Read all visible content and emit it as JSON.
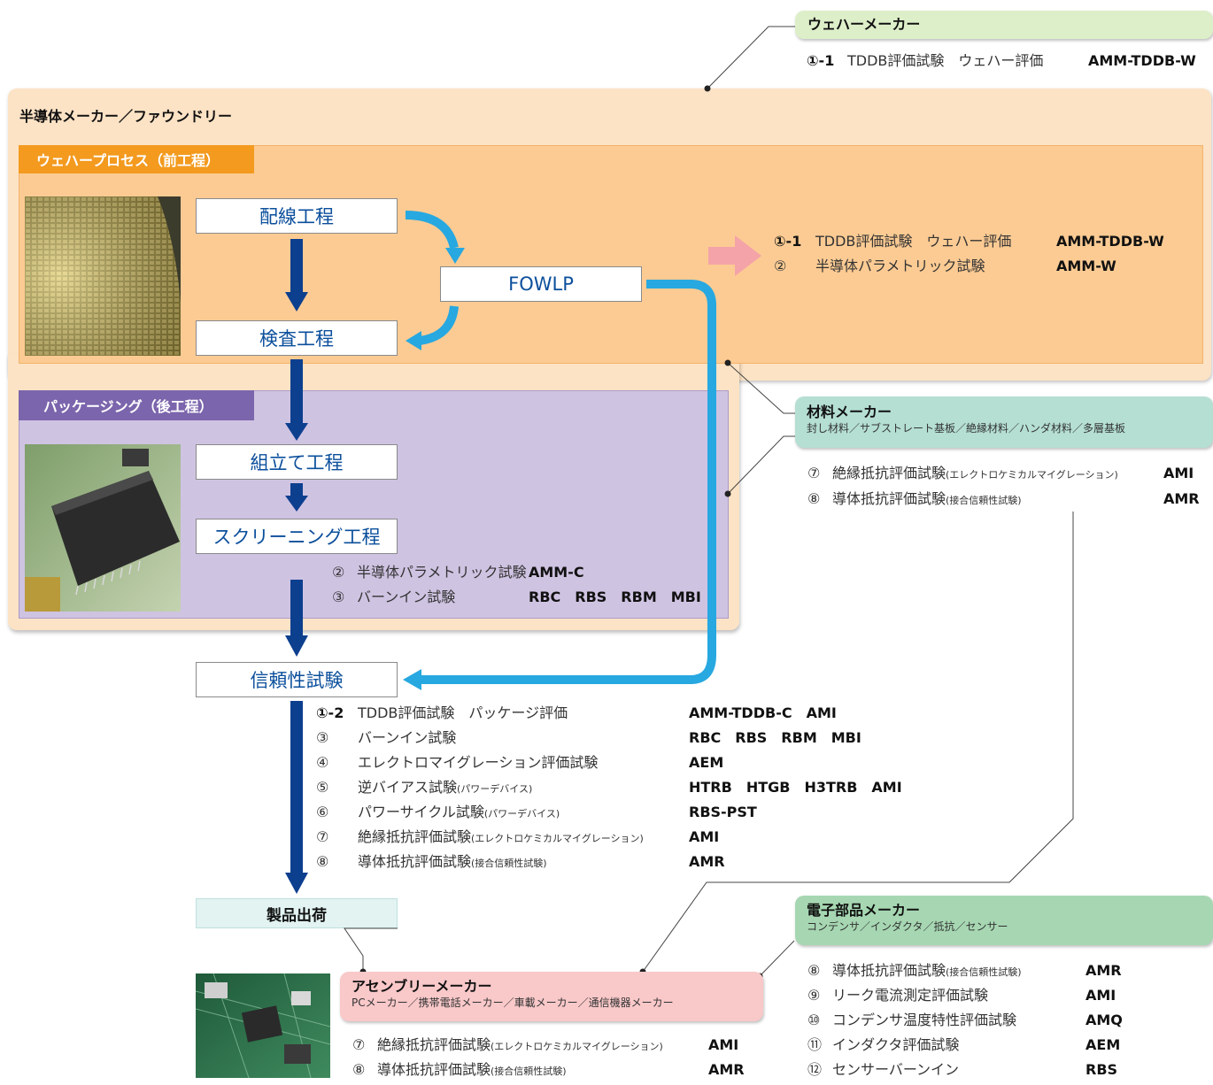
{
  "wafer_maker": {
    "title": "ウェハーメーカー",
    "num": "①-1",
    "test": "TDDB評価試験　ウェハー評価",
    "code": "AMM-TDDB-W"
  },
  "foundry": {
    "title": "半導体メーカー／ファウンドリー",
    "wafer_process_tag": "ウェハープロセス（前工程）",
    "packaging_tag": "パッケージング（後工程）"
  },
  "process": {
    "wiring": "配線工程",
    "inspection": "検査工程",
    "fowlp": "FOWLP",
    "assembly": "組立て工程",
    "screening": "スクリーニング工程",
    "reliability": "信頼性試験",
    "shipment": "製品出荷"
  },
  "wafer_tests": [
    {
      "num": "①-1",
      "name": "TDDB評価試験　ウェハー評価",
      "code": "AMM-TDDB-W"
    },
    {
      "num": "②",
      "name": "半導体パラメトリック試験",
      "code": "AMM-W"
    }
  ],
  "packaging_tests": [
    {
      "num": "②",
      "name": "半導体パラメトリック試験",
      "code": "AMM-C"
    },
    {
      "num": "③",
      "name": "バーンイン試験",
      "code": "RBC　RBS　RBM　MBI"
    }
  ],
  "reliability_tests": [
    {
      "num": "①-2",
      "name": "TDDB評価試験　パッケージ評価",
      "note": "",
      "code": "AMM-TDDB-C　AMI"
    },
    {
      "num": "③",
      "name": "バーンイン試験",
      "note": "",
      "code": "RBC　RBS　RBM　MBI"
    },
    {
      "num": "④",
      "name": "エレクトロマイグレーション評価試験",
      "note": "",
      "code": "AEM"
    },
    {
      "num": "⑤",
      "name": "逆バイアス試験",
      "note": "(パワーデバイス)",
      "code": "HTRB　HTGB　H3TRB　AMI"
    },
    {
      "num": "⑥",
      "name": "パワーサイクル試験",
      "note": "(パワーデバイス)",
      "code": "RBS-PST"
    },
    {
      "num": "⑦",
      "name": "絶縁抵抗評価試験",
      "note": "(エレクトロケミカルマイグレーション)",
      "code": "AMI"
    },
    {
      "num": "⑧",
      "name": "導体抵抗評価試験",
      "note": "(接合信頼性試験)",
      "code": "AMR"
    }
  ],
  "material_maker": {
    "title": "材料メーカー",
    "subtitle": "封し材料／サブストレート基板／絶縁材料／ハンダ材料／多層基板",
    "tests": [
      {
        "num": "⑦",
        "name": "絶縁抵抗評価試験",
        "note": "(エレクトロケミカルマイグレーション)",
        "code": "AMI"
      },
      {
        "num": "⑧",
        "name": "導体抵抗評価試験",
        "note": "(接合信頼性試験)",
        "code": "AMR"
      }
    ]
  },
  "electronic_maker": {
    "title": "電子部品メーカー",
    "subtitle": "コンデンサ／インダクタ／抵抗／センサー",
    "tests": [
      {
        "num": "⑧",
        "name": "導体抵抗評価試験",
        "note": "(接合信頼性試験)",
        "code": "AMR"
      },
      {
        "num": "⑨",
        "name": "リーク電流測定評価試験",
        "note": "",
        "code": "AMI"
      },
      {
        "num": "⑩",
        "name": "コンデンサ温度特性評価試験",
        "note": "",
        "code": "AMQ"
      },
      {
        "num": "⑪",
        "name": "インダクタ評価試験",
        "note": "",
        "code": "AEM"
      },
      {
        "num": "⑫",
        "name": "センサーバーンイン",
        "note": "",
        "code": "RBS"
      }
    ]
  },
  "assembly_maker": {
    "title": "アセンブリーメーカー",
    "subtitle": "PCメーカー／携帯電話メーカー／車載メーカー／通信機器メーカー",
    "tests": [
      {
        "num": "⑦",
        "name": "絶縁抵抗評価試験",
        "note": "(エレクトロケミカルマイグレーション)",
        "code": "AMI"
      },
      {
        "num": "⑧",
        "name": "導体抵抗評価試験",
        "note": "(接合信頼性試験)",
        "code": "AMR"
      }
    ]
  },
  "colors": {
    "foundry_bg": "#fde3c5",
    "wafer_process_bg": "#fccb93",
    "wafer_tag": "#f39a1f",
    "packaging_bg": "#cfc3e2",
    "packaging_tag": "#7b65ac",
    "flow_arrow": "#0d3f8f",
    "fowlp_arrow": "#27a8e0",
    "pink_arrow": "#f4a3a8",
    "wafer_maker_bg": "#ddefc9",
    "material_maker_bg": "#b5dfd3",
    "electronic_maker_bg": "#a6d7b2",
    "assembly_maker_bg": "#f9c8c9",
    "shipment_bg": "#e2f3f2"
  }
}
